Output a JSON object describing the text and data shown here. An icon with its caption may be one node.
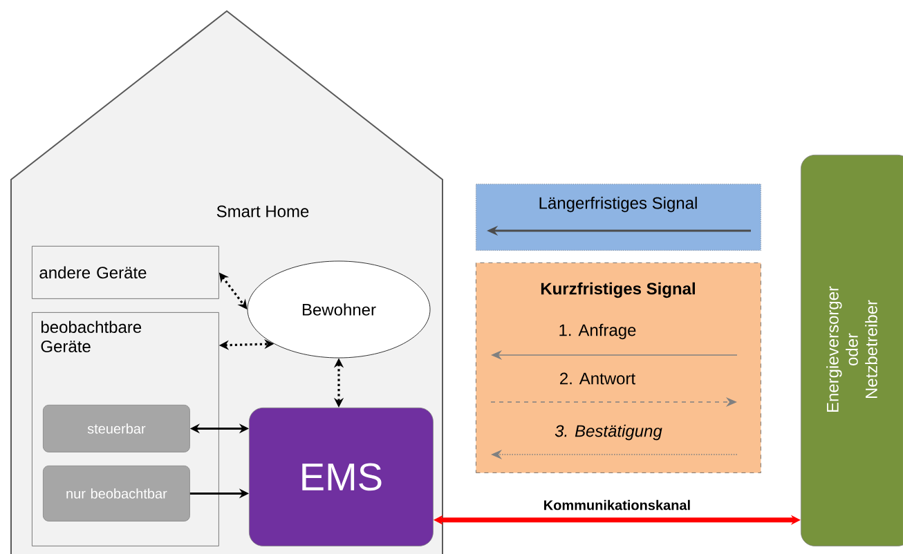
{
  "diagram": {
    "nodes": [
      {
        "text": [
          "Smart Home"
        ]
      },
      {
        "text": [
          "andere Geräte"
        ],
        "in": 0
      },
      {
        "text": [
          "beobachtbare Geräte"
        ],
        "in": 0
      },
      {
        "text": [
          "steuerbar"
        ],
        "in": 2
      },
      {
        "text": [
          "nur beobachtbar"
        ],
        "in": 2
      },
      {
        "text": [
          "Bewohner"
        ],
        "in": 0
      },
      {
        "text": [
          "EMS"
        ],
        "in": 0
      },
      {
        "text": [
          "Längerfristiges Signal"
        ]
      },
      {
        "text": [
          "Kurzfristiges Signal",
          "1. Anfrage",
          "2. Antwort",
          "3. Bestätigung"
        ]
      },
      {
        "text": [
          "Energieversorger oder Netzbetreiber"
        ]
      }
    ],
    "edges": [
      {
        "from": 1,
        "to": 5,
        "arrow": "both",
        "style": "dashed"
      },
      {
        "from": 2,
        "to": 5,
        "arrow": "both",
        "style": "dashed"
      },
      {
        "from": 5,
        "to": 6,
        "arrow": "both",
        "style": "dashed"
      },
      {
        "from": 3,
        "to": 6,
        "arrow": "both"
      },
      {
        "from": 4,
        "to": 6,
        "arrow": "to"
      },
      {
        "from": 6,
        "to": 9,
        "arrow": "both",
        "style": "thick",
        "color": "#ff0000",
        "label": "Kommunikationskanal"
      }
    ]
  }
}
